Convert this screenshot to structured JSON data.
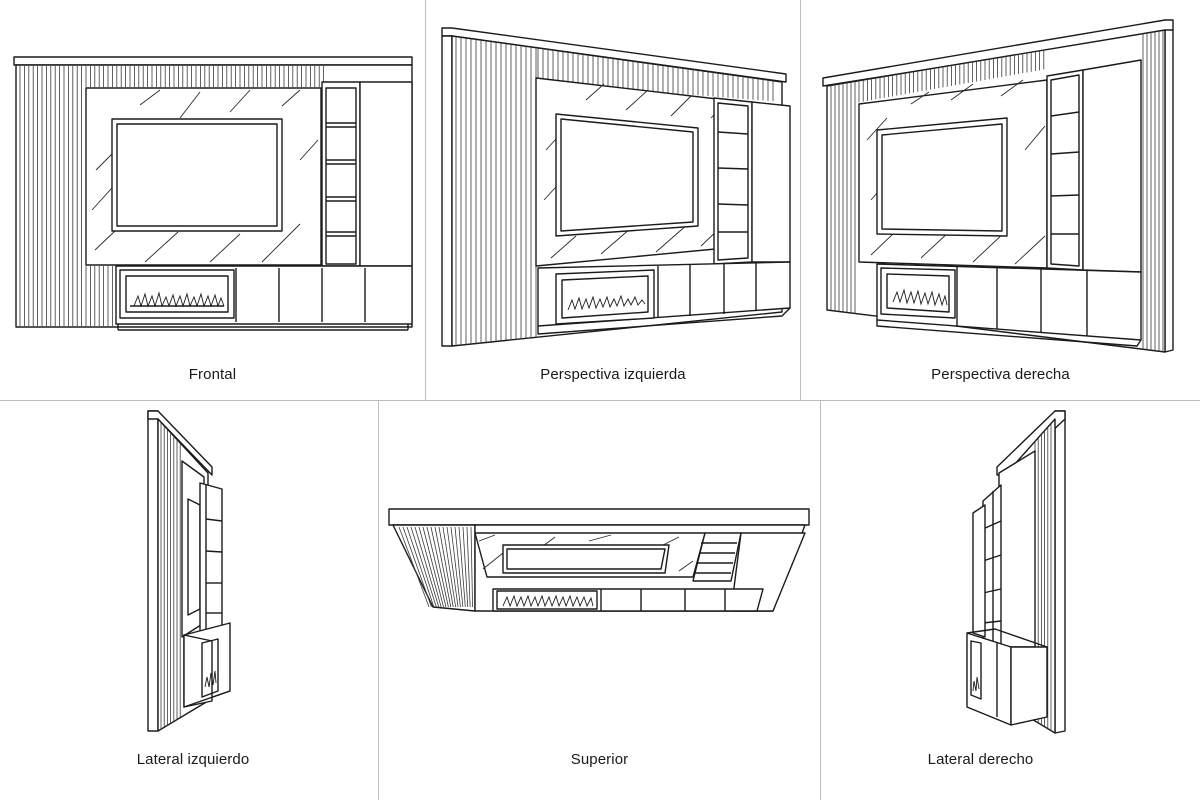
{
  "views": [
    {
      "id": "frontal",
      "caption": "Frontal"
    },
    {
      "id": "persp-left",
      "caption": "Perspectiva izquierda"
    },
    {
      "id": "persp-right",
      "caption": "Perspectiva derecha"
    },
    {
      "id": "lat-left",
      "caption": "Lateral izquierdo"
    },
    {
      "id": "top",
      "caption": "Superior"
    },
    {
      "id": "lat-right",
      "caption": "Lateral derecho"
    }
  ],
  "colors": {
    "line": "#1b1b1b",
    "divider": "#bdbdbd",
    "background": "#ffffff"
  }
}
